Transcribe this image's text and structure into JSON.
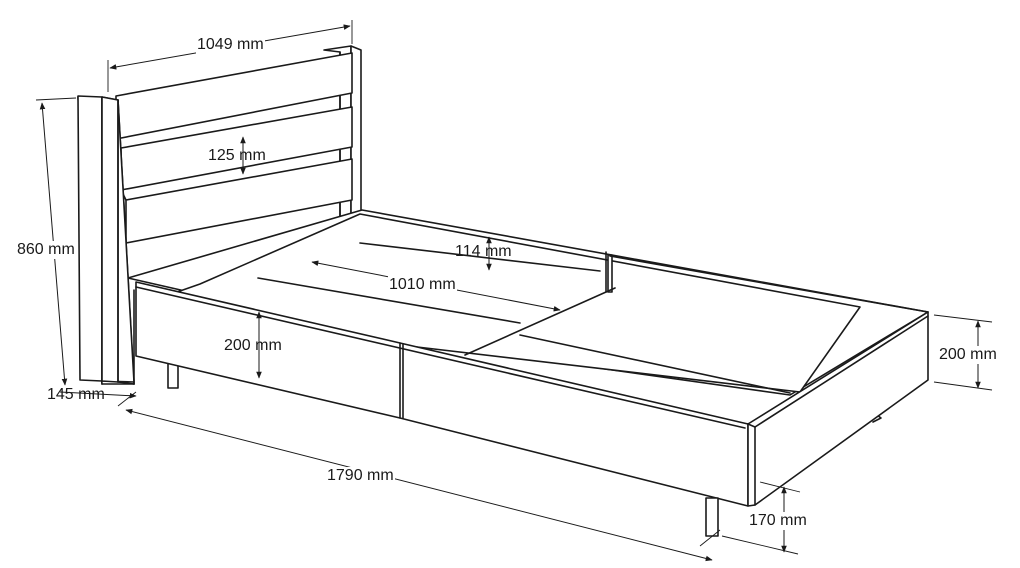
{
  "dimensions": {
    "headboard_width": "1049 mm",
    "slat_height": "125 mm",
    "headboard_height": "860 mm",
    "headboard_depth": "145 mm",
    "inner_board_height": "114 mm",
    "slat_length": "1010 mm",
    "side_rail_height": "200 mm",
    "footboard_height": "200 mm",
    "overall_length": "1790 mm",
    "leg_height": "170 mm"
  },
  "colors": {
    "line": "#1a1a1a",
    "background": "#ffffff"
  }
}
